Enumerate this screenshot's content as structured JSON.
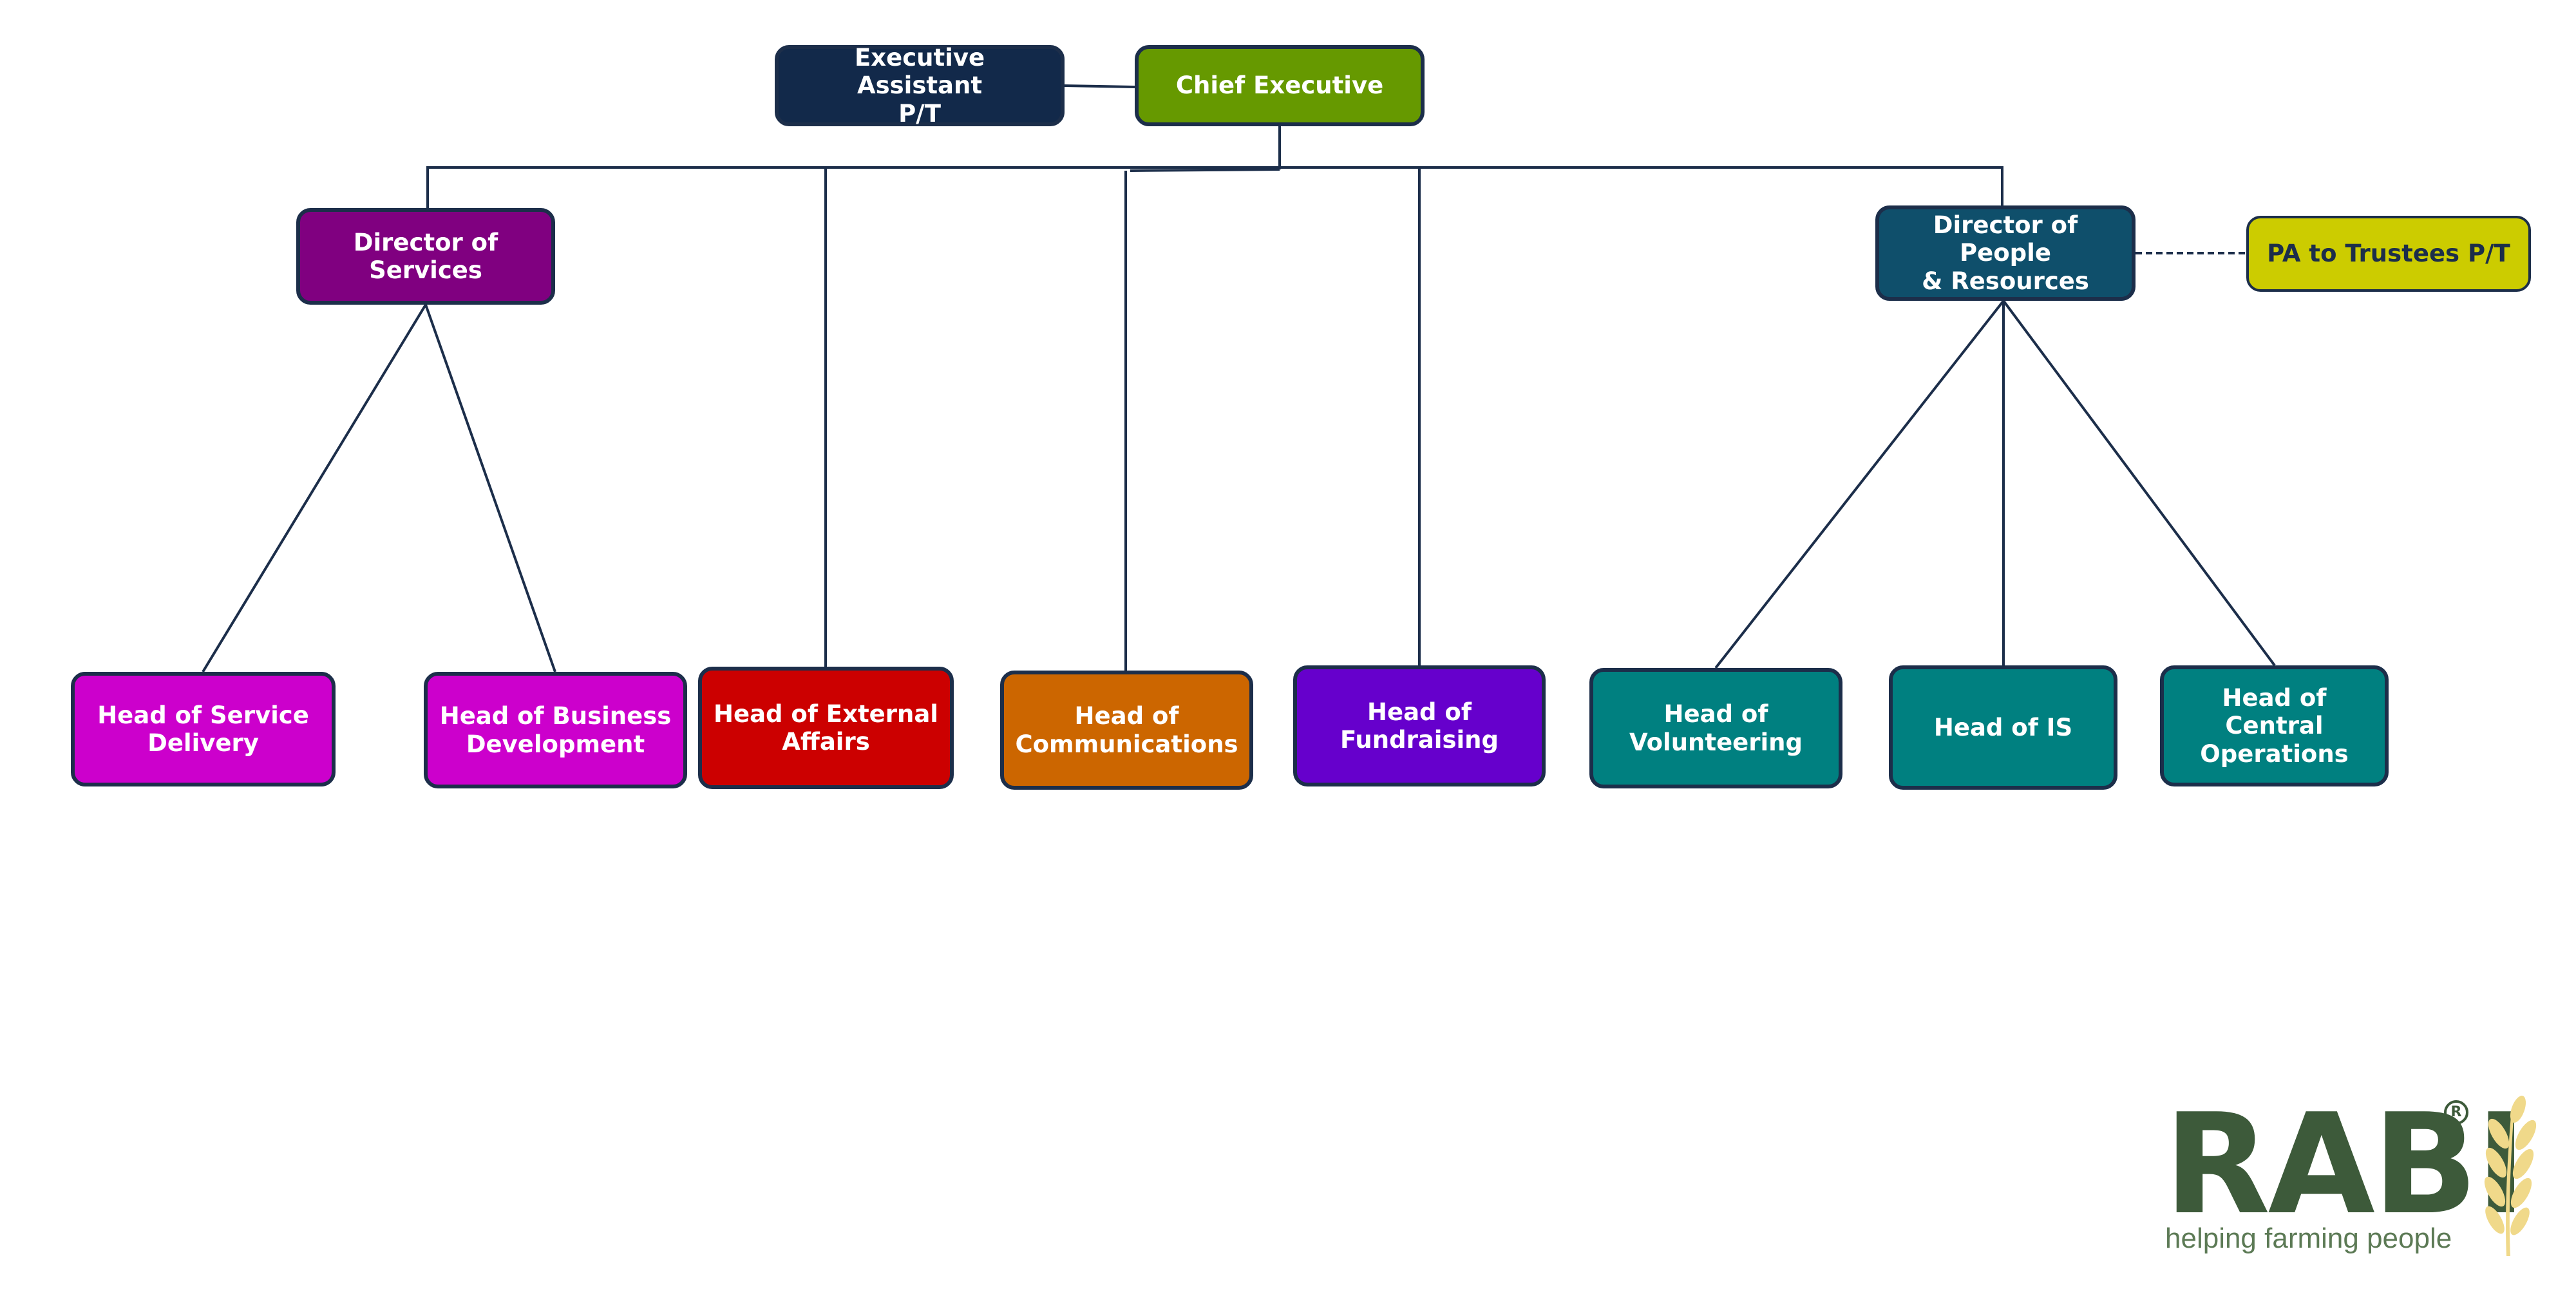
{
  "nodes": {
    "executive_assistant": "Executive Assistant\nP/T",
    "chief_executive": "Chief Executive",
    "director_of_services": "Director of Services",
    "director_of_people": "Director of People\n& Resources",
    "pa_to_trustees": "PA to Trustees P/T",
    "head_service_delivery": "Head of Service\nDelivery",
    "head_business_development": "Head of Business\nDevelopment",
    "head_external_affairs": "Head of External\nAffairs",
    "head_communications": "Head of\nCommunications",
    "head_fundraising": "Head of\nFundraising",
    "head_volunteering": "Head of\nVolunteering",
    "head_is": "Head of IS",
    "head_central_operations": "Head of Central\nOperations"
  },
  "colors": {
    "connector": "#1c2e4a",
    "executive_assistant": "#12294a",
    "chief_executive": "#669900",
    "director_of_services": "#800080",
    "director_of_people": "#0f4f6b",
    "pa_to_trustees": "#cccc00",
    "service_heads": "#cc00cc",
    "external_affairs": "#cc0000",
    "communications": "#cc6600",
    "fundraising": "#6600cc",
    "people_heads": "#008080",
    "logo_text": "#3d5a3a",
    "logo_wheat": "#f0d98a"
  },
  "logo": {
    "wordmark": "RABI",
    "registered": "R",
    "tagline": "helping farming people"
  }
}
